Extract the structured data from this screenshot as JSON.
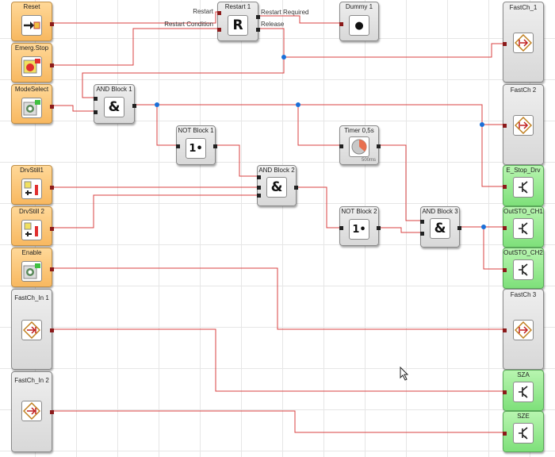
{
  "blocks": {
    "reset": {
      "title": "Reset",
      "icon": "arrow-into-box-icon"
    },
    "emerg_stop": {
      "title": "Emerg.Stop",
      "icon": "emergency-stop-button-icon"
    },
    "mode_select": {
      "title": "ModeSelect",
      "icon": "mode-selector-button-icon"
    },
    "restart1": {
      "title": "Restart 1",
      "symbol": "R",
      "in1": "Restart",
      "in2": "Restart Condition",
      "out1": "Restart Required",
      "out2": "Release"
    },
    "dummy1": {
      "title": "Dummy 1",
      "symbol": "●"
    },
    "and1": {
      "title": "AND Block 1",
      "symbol": "&"
    },
    "not1": {
      "title": "NOT Block 1",
      "symbol": "1•"
    },
    "timer": {
      "title": "Timer 0,5s",
      "sub": "500ms",
      "icon": "timer-pie-icon"
    },
    "and2": {
      "title": "AND Block 2",
      "symbol": "&"
    },
    "not2": {
      "title": "NOT Block 2",
      "symbol": "1•"
    },
    "and3": {
      "title": "AND Block 3",
      "symbol": "&"
    },
    "drvstill1": {
      "title": "DrvStill1",
      "icon": "drive-still-sensor-icon"
    },
    "drvstill2": {
      "title": "DrvStill 2",
      "icon": "drive-still-sensor-icon"
    },
    "enable": {
      "title": "Enable",
      "icon": "enable-button-icon"
    },
    "fastch_in1": {
      "title": "FastCh_In 1",
      "icon": "fast-channel-input-icon"
    },
    "fastch_in2": {
      "title": "FastCh_In 2",
      "icon": "fast-channel-input-icon"
    },
    "fastch_1": {
      "title": "FastCh_1",
      "icon": "fast-channel-output-icon"
    },
    "fastch_2": {
      "title": "FastCh 2",
      "icon": "fast-channel-output-icon"
    },
    "e_stop_drv": {
      "title": "E_Stop_Drv",
      "icon": "transistor-output-icon"
    },
    "outsto_ch1": {
      "title": "OutSTO_CH1",
      "icon": "transistor-output-icon"
    },
    "outsto_ch2": {
      "title": "OutSTO_CH2",
      "icon": "transistor-output-icon"
    },
    "fastch_3": {
      "title": "FastCh 3",
      "icon": "fast-channel-output-icon"
    },
    "sza": {
      "title": "SZA",
      "icon": "transistor-output-icon"
    },
    "sze": {
      "title": "SZE",
      "icon": "transistor-output-icon"
    }
  },
  "colors": {
    "wire": "#d84040",
    "junction": "#1a6fd8",
    "orange_block": "#f8b860",
    "green_block": "#7ee07a",
    "gray_block": "#dcdcdc"
  }
}
